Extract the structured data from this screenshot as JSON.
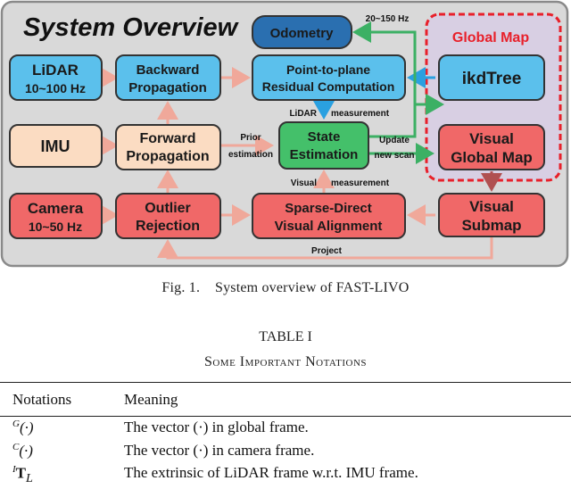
{
  "figure": {
    "title": "System Overview",
    "global_map_title": "Global Map",
    "nodes": {
      "lidar": [
        "LiDAR",
        "10~100 Hz"
      ],
      "imu": [
        "IMU"
      ],
      "camera": [
        "Camera",
        "10~50 Hz"
      ],
      "backward": [
        "Backward",
        "Propagation"
      ],
      "forward": [
        "Forward",
        "Propagation"
      ],
      "outlier": [
        "Outlier",
        "Rejection"
      ],
      "odometry": [
        "Odometry"
      ],
      "p2p": [
        "Point-to-plane",
        "Residual Computation"
      ],
      "state": [
        "State",
        "Estimation"
      ],
      "sparse": [
        "Sparse-Direct",
        "Visual Alignment"
      ],
      "ikdtree": [
        "ikdTree"
      ],
      "vgm": [
        "Visual",
        "Global Map"
      ],
      "vsub": [
        "Visual",
        "Submap"
      ]
    },
    "edge_labels": {
      "rate": "20~150 Hz",
      "lidar_meas": "LiDAR",
      "lidar_meas2": "measurement",
      "prior1": "Prior",
      "prior2": "estimation",
      "update1": "Update",
      "update2": "new scan",
      "visual_meas": "Visual",
      "visual_meas2": "measurement",
      "project": "Project"
    },
    "colors": {
      "blue": "#5bc0ec",
      "dark_blue": "#2a6fb0",
      "peach": "#fbdcc2",
      "red": "#f06868",
      "green": "#44c06a",
      "arrow_salmon": "#f0a89a",
      "arrow_blue": "#2aa0e0",
      "arrow_green": "#3cb064",
      "arrow_dark_red": "#b05050",
      "frame_bg": "#d9d9d9",
      "global_map_bg": "#d8cfe3",
      "global_map_border": "#e8202a"
    }
  },
  "caption": "Fig. 1.    System overview of FAST-LIVO",
  "table": {
    "number": "TABLE I",
    "title": "Some Important Notations",
    "headers": [
      "Notations",
      "Meaning"
    ],
    "rows": [
      {
        "sup": "G",
        "base": "(·)",
        "meaning": "The vector (·) in global frame."
      },
      {
        "sup": "C",
        "base": "(·)",
        "meaning": "The vector (·) in camera frame."
      },
      {
        "sup": "I",
        "base": "T",
        "sub": "L",
        "meaning": "The extrinsic of LiDAR frame w.r.t. IMU frame."
      }
    ]
  }
}
